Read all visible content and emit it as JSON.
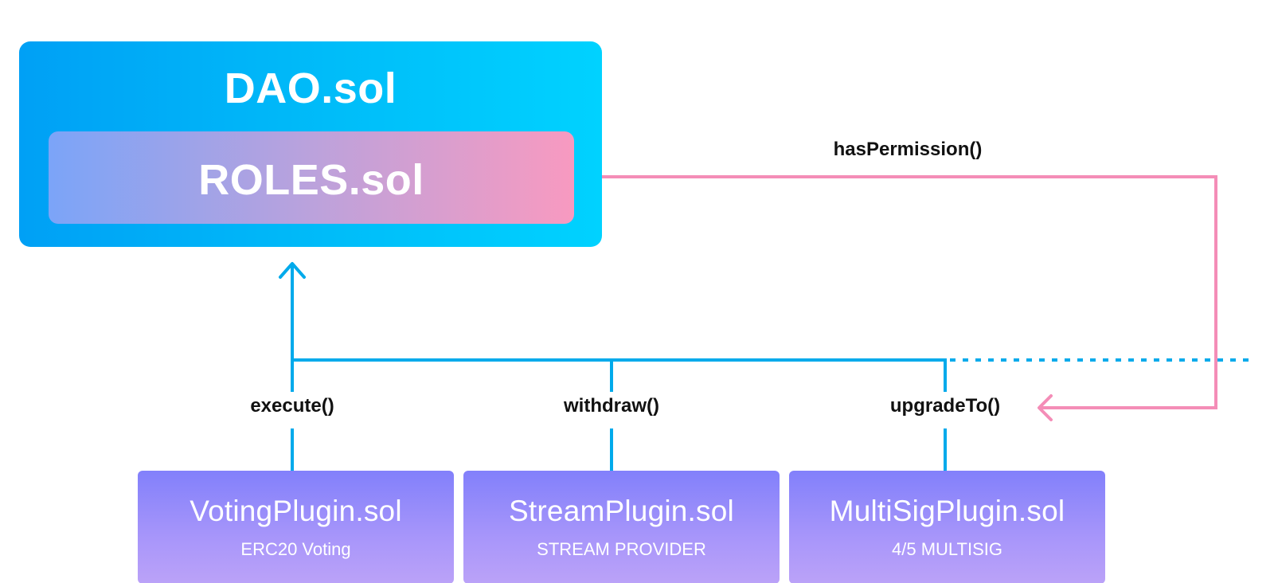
{
  "dao": {
    "title": "DAO.sol"
  },
  "roles": {
    "title": "ROLES.sol"
  },
  "permission_call": {
    "label": "hasPermission()"
  },
  "calls": {
    "execute": "execute()",
    "withdraw": "withdraw()",
    "upgrade": "upgradeTo()"
  },
  "plugins": [
    {
      "name": "VotingPlugin.sol",
      "sub": "ERC20 Voting"
    },
    {
      "name": "StreamPlugin.sol",
      "sub": "STREAM PROVIDER"
    },
    {
      "name": "MultiSigPlugin.sol",
      "sub": "4/5 MULTISIG"
    }
  ],
  "colors": {
    "dao_gradient_start": "#00a0f5",
    "dao_gradient_end": "#00d2ff",
    "roles_gradient_start": "#7ba4f8",
    "roles_gradient_end": "#f89ac0",
    "plugin_gradient_start": "#8280fb",
    "plugin_gradient_end": "#bba2f8",
    "blue_connector": "#00aaeb",
    "pink_connector": "#f48db7"
  }
}
